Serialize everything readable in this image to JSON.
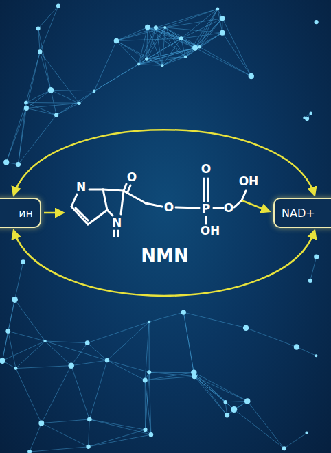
{
  "diagram": {
    "nodes": [
      {
        "text": [
          "ин"
        ]
      },
      {
        "text": [
          "NAD+"
        ]
      }
    ],
    "edges": [
      {
        "from": 0,
        "to": 1,
        "arrow": "both"
      },
      {
        "from": 0,
        "to": 1,
        "arrow": "both"
      }
    ],
    "labels": [
      "N",
      "O",
      "O",
      "P",
      "O",
      "OH",
      "O",
      "OH",
      "N",
      "NMN"
    ]
  }
}
